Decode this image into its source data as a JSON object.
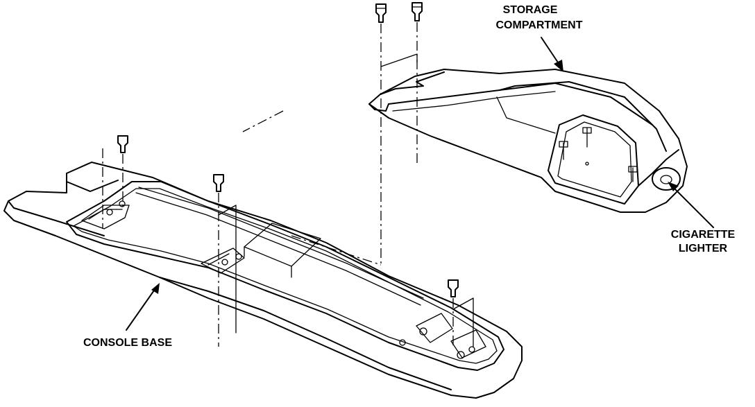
{
  "labels": {
    "storage_line1": "STORAGE",
    "storage_line2": "COMPARTMENT",
    "lighter_line1": "CIGARETTE",
    "lighter_line2": "LIGHTER",
    "console_base": "CONSOLE BASE"
  }
}
